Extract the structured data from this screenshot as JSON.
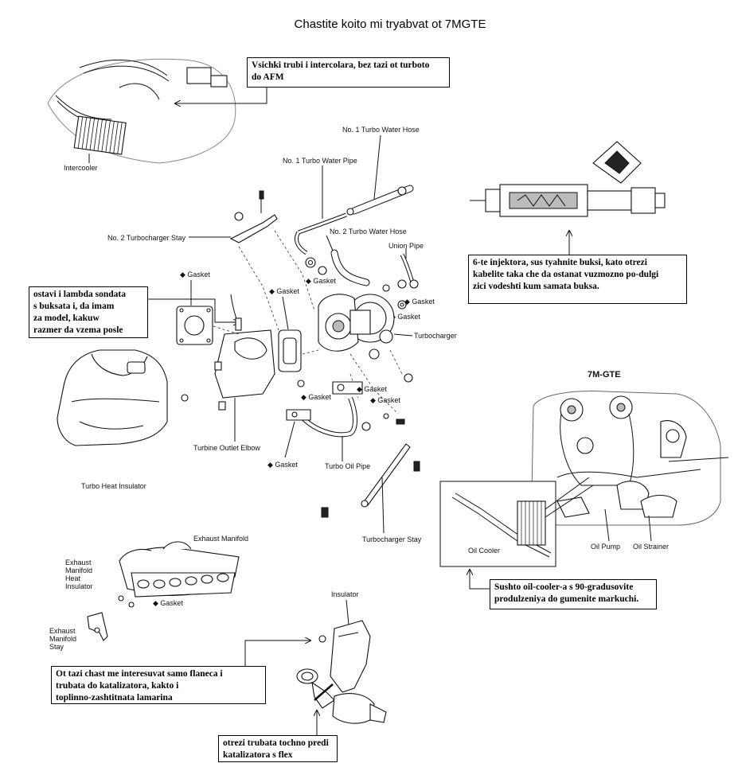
{
  "title": "Chastite koito mi tryabvat ot 7MGTE",
  "notes": {
    "intercooler": [
      "Vsichki trubi i intercolara, bez tazi ot turboto",
      "do AFM"
    ],
    "lambda": [
      "ostavi i lambda sondata",
      "s buksata i, da imam",
      "za model, kakuw",
      "razmer da vzema posle"
    ],
    "injectors": [
      "6-te injektora, sus tyahnite buksi, kato otrezi",
      "kabelite taka che da ostanat vuzmozno po-dulgi",
      "zici vodeshti kum samata buksa."
    ],
    "oil_cooler": [
      "Sushto oil-cooler-a s 90-gradusovite",
      "produlzeniya do gumenite markuchi."
    ],
    "flange": [
      "Ot tazi chast me interesuvat samo flaneca i",
      "trubata do katalizatora, kakto i",
      "toplinno-zashtitnata lamarina"
    ],
    "cut": [
      "otrezi trubata tochno predi",
      "katalizatora s flex"
    ]
  },
  "labels": {
    "intercooler": "Intercooler",
    "water_hose_1": "No. 1 Turbo Water Hose",
    "water_pipe_1": "No. 1 Turbo Water Pipe",
    "water_hose_2": "No. 2 Turbo Water Hose",
    "union_pipe": "Union Pipe",
    "stay_2": "No. 2 Turbocharger Stay",
    "gasket": "◆ Gasket",
    "turbocharger": "Turbocharger",
    "turbine_outlet": "Turbine Outlet Elbow",
    "oil_pipe": "Turbo Oil Pipe",
    "heat_insulator": "Turbo Heat Insulator",
    "stay": "Turbocharger Stay",
    "exhaust_manifold": "Exhaust Manifold",
    "manifold_insulator": [
      "Exhaust",
      "Manifold",
      "Heat",
      "Insulator"
    ],
    "manifold_stay": [
      "Exhaust",
      "Manifold",
      "Stay"
    ],
    "insulator": "Insulator",
    "engine": "7M-GTE",
    "oil_cooler": "Oil Cooler",
    "oil_pump": "Oil Pump",
    "oil_strainer": "Oil Strainer"
  }
}
